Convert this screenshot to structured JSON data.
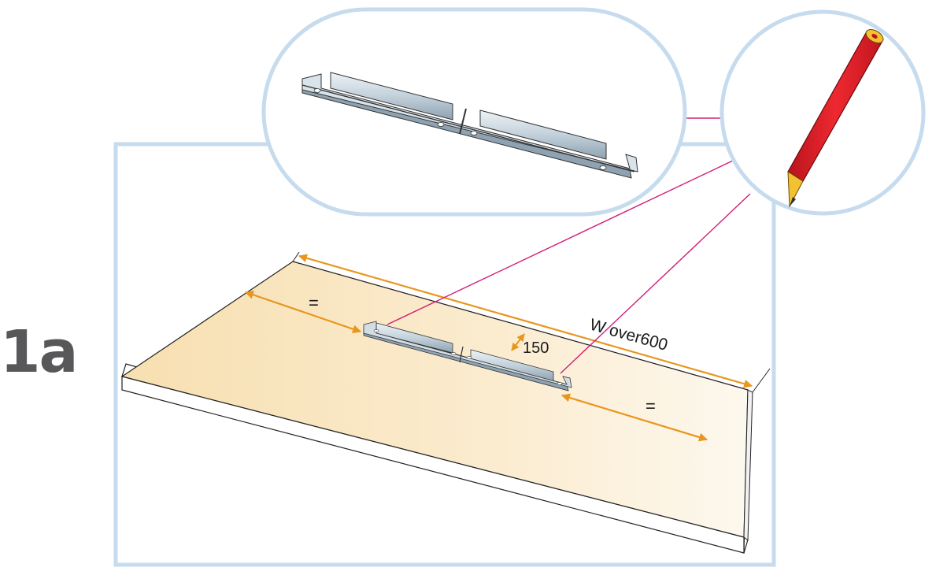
{
  "step": {
    "label": "1a"
  },
  "dimensions": {
    "width_label": "W over600",
    "offset_label": "150",
    "equal_left": "=",
    "equal_right": "="
  },
  "colors": {
    "frame": "#c6dcee",
    "countertop": "#fbe8c0",
    "dimension_arrow": "#e8961e",
    "leader_line": "#d21e78",
    "pencil_body": "#e8202a",
    "pencil_tip": "#f2c230",
    "bracket": "#a9bcc8"
  },
  "icons": {
    "pencil": "pencil-icon",
    "bracket": "mounting-bracket-icon"
  }
}
